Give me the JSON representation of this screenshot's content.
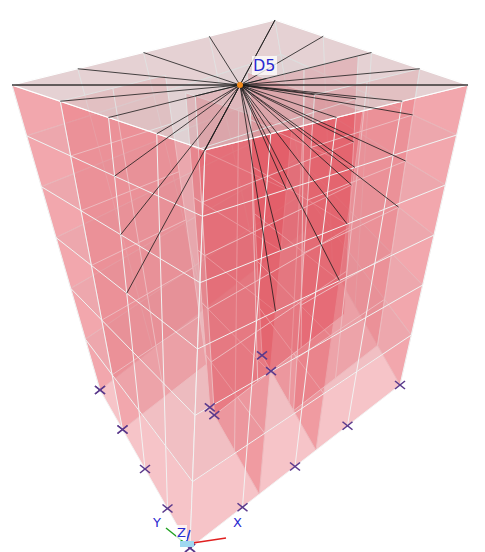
{
  "diagram": {
    "labels": [
      "D5",
      "Y",
      "Z",
      "X"
    ]
  }
}
